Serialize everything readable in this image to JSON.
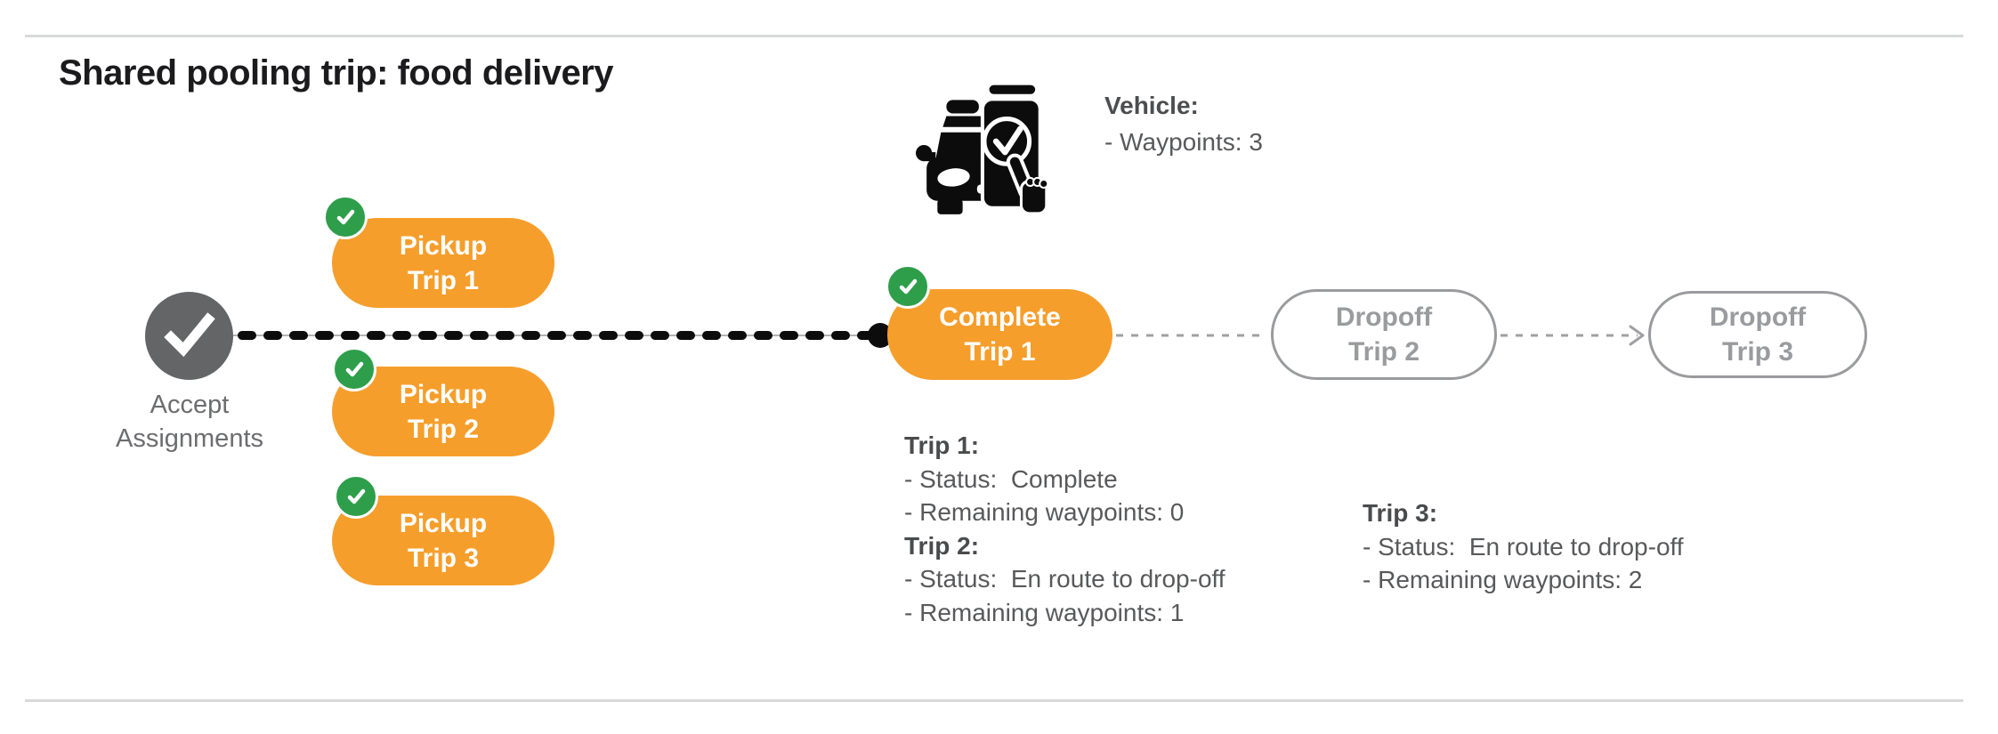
{
  "page": {
    "title": "Shared pooling trip: food delivery"
  },
  "vehicle": {
    "heading": "Vehicle:",
    "waypoints": "- Waypoints: 3"
  },
  "flow": {
    "start": {
      "line1": "Accept",
      "line2": "Assignments"
    },
    "pickups": [
      {
        "line1": "Pickup",
        "line2": "Trip 1"
      },
      {
        "line1": "Pickup",
        "line2": "Trip 2"
      },
      {
        "line1": "Pickup",
        "line2": "Trip 3"
      }
    ],
    "complete": {
      "line1": "Complete",
      "line2": "Trip 1"
    },
    "dropoffs": [
      {
        "line1": "Dropoff",
        "line2": "Trip 2"
      },
      {
        "line1": "Dropoff",
        "line2": "Trip 3"
      }
    ]
  },
  "trip_status": [
    {
      "heading": "Trip 1:",
      "lines": [
        "- Status:  Complete",
        "- Remaining waypoints: 0"
      ]
    },
    {
      "heading": "Trip 2:",
      "lines": [
        "- Status:  En route to drop-off",
        "- Remaining waypoints: 1"
      ]
    },
    {
      "heading": "Trip 3:",
      "lines": [
        "- Status:  En route to drop-off",
        "- Remaining waypoints: 2"
      ]
    }
  ],
  "colors": {
    "accent_orange": "#f69e2b",
    "check_green": "#2e9e4b",
    "node_gray": "#646567",
    "muted_gray": "#9a9b9e",
    "text_gray": "#58595b",
    "divider_gray": "#d8d9da",
    "line_black": "#0c0c0c"
  }
}
